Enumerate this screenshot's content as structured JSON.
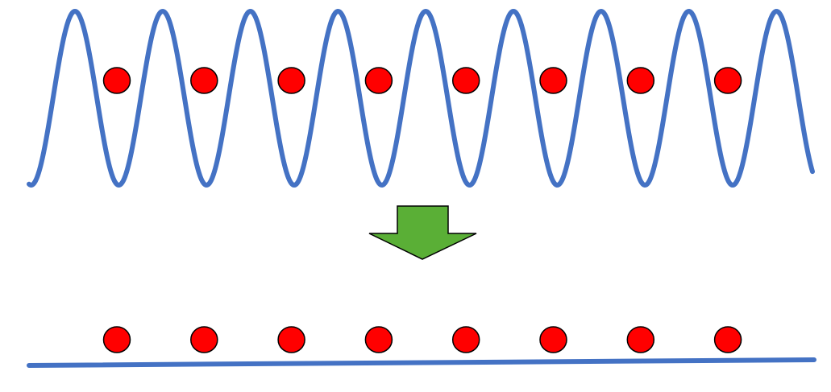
{
  "colors": {
    "background": "#ffffff",
    "wave": "#4472c4",
    "particle_fill": "#ff0000",
    "particle_stroke": "#000000",
    "arrow_fill": "#5aaf36",
    "arrow_stroke": "#000000"
  },
  "top_panel": {
    "potential": "sinusoidal-lattice",
    "wells": 9,
    "particles": 8
  },
  "transition": {
    "icon": "down-arrow-icon"
  },
  "bottom_panel": {
    "potential": "flat-line",
    "particles": 8
  }
}
